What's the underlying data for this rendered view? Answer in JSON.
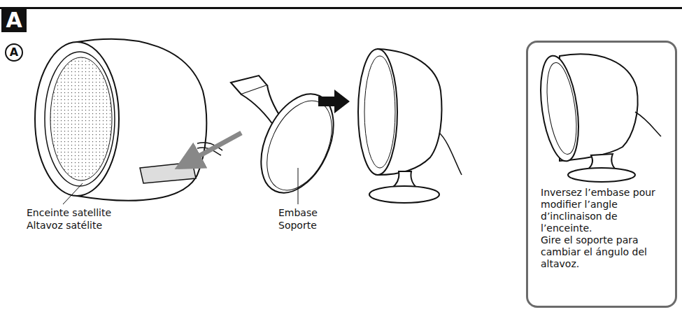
{
  "diagram": {
    "title": "A",
    "nodes": [
      {
        "text": [
          "Inversez l’embase pour modifier l’angle d’inclinaison de l’enceinte.",
          "Gire el soporte para cambiar el ángulo del altavoz."
        ]
      }
    ],
    "labels": [
      "A",
      "Enceinte satellite",
      "Altavoz satélite",
      "Embase",
      "Soporte"
    ]
  }
}
